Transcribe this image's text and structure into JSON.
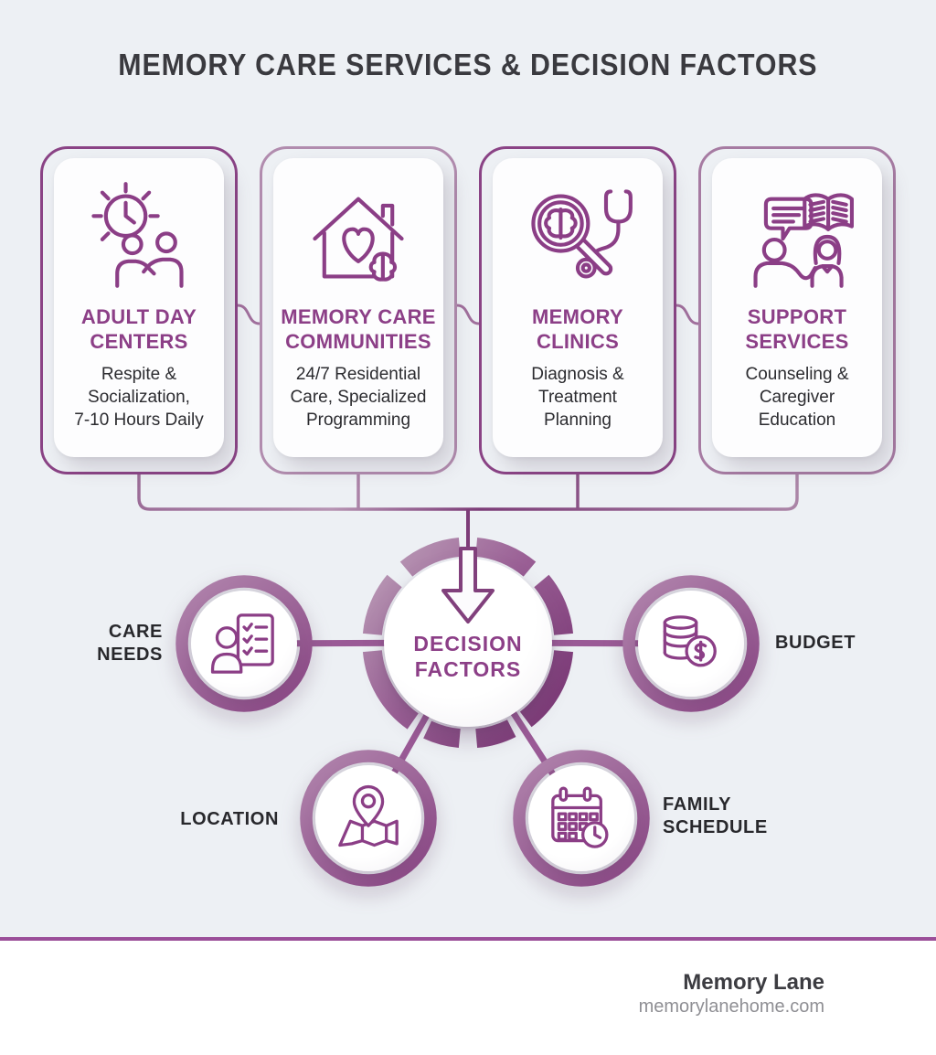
{
  "title": "MEMORY CARE SERVICES & DECISION FACTORS",
  "colors": {
    "background": "#edf0f4",
    "accent_purple": "#8c3f87",
    "outline_dark_purple": "#8a4385",
    "outline_light_purple": "#b18cae",
    "ring_purple": "#9a5f95",
    "dark_text": "#2c2c30",
    "footer_line_purple": "#9b4f99",
    "footer_brand_text": "#3c3c41",
    "footer_site_text": "#8f8f94"
  },
  "services": [
    {
      "icon": "clock-handshake-icon",
      "title_lines": [
        "ADULT DAY",
        "CENTERS"
      ],
      "desc_lines": [
        "Respite &",
        "Socialization,",
        "7-10 Hours Daily"
      ]
    },
    {
      "icon": "house-heart-brain-icon",
      "title_lines": [
        "MEMORY CARE",
        "COMMUNITIES"
      ],
      "desc_lines": [
        "24/7 Residential",
        "Care, Specialized",
        "Programming"
      ]
    },
    {
      "icon": "brain-magnifier-stethoscope-icon",
      "title_lines": [
        "MEMORY",
        "CLINICS"
      ],
      "desc_lines": [
        "Diagnosis &",
        "Treatment",
        "Planning"
      ]
    },
    {
      "icon": "conversation-book-icon",
      "title_lines": [
        "SUPPORT",
        "SERVICES"
      ],
      "desc_lines": [
        "Counseling &",
        "Caregiver",
        "Education"
      ]
    }
  ],
  "hub": {
    "icon": "down-arrow-icon",
    "label_lines": [
      "DECISION",
      "FACTORS"
    ]
  },
  "factors": [
    {
      "icon": "person-checklist-icon",
      "label_lines": [
        "CARE",
        "NEEDS"
      ]
    },
    {
      "icon": "coins-dollar-icon",
      "label_lines": [
        "BUDGET"
      ]
    },
    {
      "icon": "map-pin-icon",
      "label_lines": [
        "LOCATION"
      ]
    },
    {
      "icon": "calendar-clock-icon",
      "label_lines": [
        "FAMILY",
        "SCHEDULE"
      ]
    }
  ],
  "footer": {
    "brand": "Memory Lane",
    "website": "memorylanehome.com"
  }
}
